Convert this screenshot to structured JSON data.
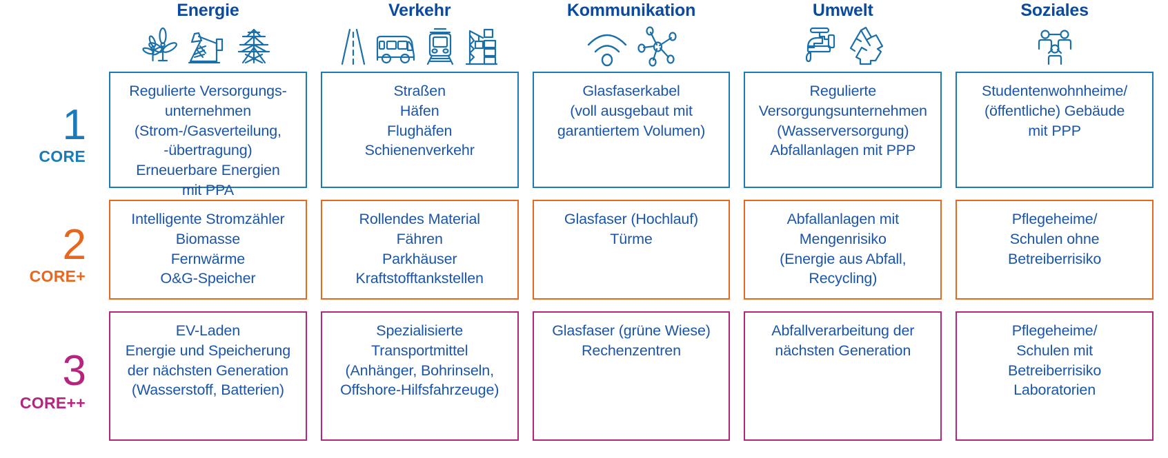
{
  "columns": [
    {
      "title": "Energie",
      "icons": [
        "wind-turbine-icon",
        "oil-pump-icon",
        "power-pylon-icon"
      ]
    },
    {
      "title": "Verkehr",
      "icons": [
        "road-icon",
        "bus-icon",
        "train-icon",
        "port-crane-icon"
      ]
    },
    {
      "title": "Kommunikation",
      "icons": [
        "wifi-icon",
        "network-nodes-icon"
      ]
    },
    {
      "title": "Umwelt",
      "icons": [
        "water-tap-icon",
        "recycling-icon"
      ]
    },
    {
      "title": "Soziales",
      "icons": [
        "people-group-icon"
      ]
    }
  ],
  "rows": [
    {
      "number": "1",
      "tag": "CORE",
      "color": "#1a7bb8",
      "cells": [
        {
          "lines": [
            "Regulierte Versorgungs-",
            "unternehmen",
            "(Strom-/Gasverteilung,",
            "-übertragung)",
            "Erneuerbare Energien",
            "mit PPA"
          ]
        },
        {
          "lines": [
            "Straßen",
            "Häfen",
            "Flughäfen",
            "Schienenverkehr"
          ]
        },
        {
          "lines": [
            "Glasfaserkabel",
            "(voll ausgebaut mit",
            "garantiertem Volumen)"
          ]
        },
        {
          "lines": [
            "Regulierte",
            "Versorgungsunternehmen",
            "(Wasserversorgung)",
            "Abfallanlagen mit PPP"
          ]
        },
        {
          "lines": [
            "Studentenwohnheime/",
            "(öffentliche) Gebäude",
            "mit PPP"
          ]
        }
      ]
    },
    {
      "number": "2",
      "tag": "CORE+",
      "color": "#e8671c",
      "cells": [
        {
          "lines": [
            "Intelligente Stromzähler",
            "Biomasse",
            "Fernwärme",
            "O&G-Speicher"
          ]
        },
        {
          "lines": [
            "Rollendes Material",
            "Fähren",
            "Parkhäuser",
            "Kraftstofftankstellen"
          ]
        },
        {
          "lines": [
            "Glasfaser (Hochlauf)",
            "Türme"
          ]
        },
        {
          "lines": [
            "Abfallanlagen mit",
            "Mengenrisiko",
            "(Energie aus Abfall,",
            "Recycling)"
          ]
        },
        {
          "lines": [
            "Pflegeheime/",
            "Schulen ohne",
            "Betreiberrisiko"
          ]
        }
      ]
    },
    {
      "number": "3",
      "tag": "CORE++",
      "color": "#b5257d",
      "cells": [
        {
          "lines": [
            "EV-Laden",
            "Energie und Speicherung",
            "der nächsten Generation",
            "(Wasserstoff, Batterien)"
          ]
        },
        {
          "lines": [
            "Spezialisierte",
            "Transportmittel",
            "(Anhänger, Bohrinseln,",
            "Offshore-Hilfsfahrzeuge)"
          ]
        },
        {
          "lines": [
            "Glasfaser (grüne Wiese)",
            "Rechenzentren"
          ]
        },
        {
          "lines": [
            "Abfallverarbeitung der",
            "nächsten Generation"
          ]
        },
        {
          "lines": [
            "Pflegeheime/",
            "Schulen mit",
            "Betreiberrisiko",
            "Laboratorien"
          ]
        }
      ]
    }
  ],
  "theme": {
    "header_text_color": "#0b4a9e",
    "icon_color": "#1a6fa8",
    "body_text_color": "#1b55a8",
    "core_color": "#1a7bb8",
    "coreplus_color": "#e8671c",
    "coreplusplus_color": "#b5257d"
  }
}
